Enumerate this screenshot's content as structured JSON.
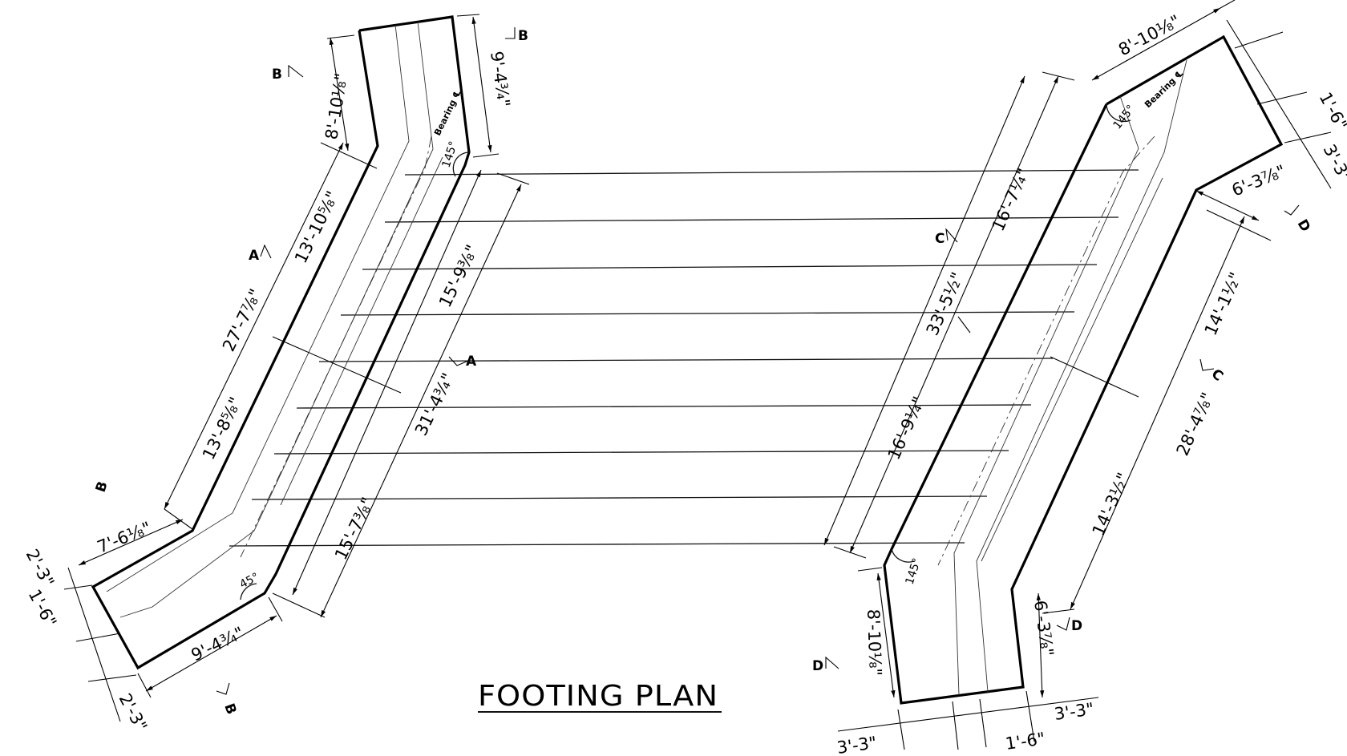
{
  "title": "FOOTING PLAN",
  "dimensions": {
    "left_top_width": "8'-10⅛\"",
    "left_top_wing": "9'-4¾\"",
    "left_upper_a": "13'-10⅝\"",
    "left_total_a": "27'-7⅞\"",
    "left_lower_a": "13'-8⅝\"",
    "left_inner_upper": "15'-9⅜\"",
    "left_inner_total": "31'-4¾\"",
    "left_inner_lower": "15'-7⅜\"",
    "left_bottom_angle_seg": "7'-6⅛\"",
    "left_bottom_wing": "9'-4¾\"",
    "left_width_a": "2'-3\"",
    "left_width_b": "1'-6\"",
    "left_width_c": "2'-3\"",
    "right_top_seg": "8'-10⅛\"",
    "right_width_a": "1'-6\"",
    "right_width_b": "3'-3\"",
    "right_angle_seg": "6'-3⅞\"",
    "right_upper_c": "16'-7¼\"",
    "right_total_c": "33'-5½\"",
    "right_lower_c": "16'-9¼\"",
    "right_outer_upper": "14'-1½\"",
    "right_outer_total": "28'-4⅞\"",
    "right_outer_lower": "14'-3½\"",
    "right_bottom_angle_seg": "6'-3⅞\"",
    "right_bottom_wing": "8'-10⅛\"",
    "right_bottom_width_a": "3'-3\"",
    "right_bottom_width_b": "1'-6\"",
    "right_bottom_width_c": "3'-3\""
  },
  "angles": {
    "left_top": "145°",
    "left_bottom": "45°",
    "right_top": "145°",
    "right_bottom": "145°"
  },
  "bearing_label": "Bearing ℄",
  "sections": {
    "a": "A",
    "b": "B",
    "c": "C",
    "d": "D"
  }
}
